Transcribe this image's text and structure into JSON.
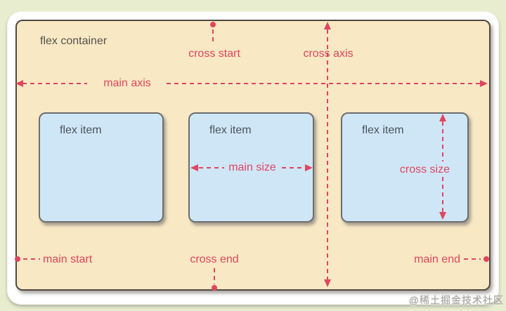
{
  "diagram": {
    "container_label": "flex container",
    "items": [
      {
        "label": "flex item"
      },
      {
        "label": "flex item"
      },
      {
        "label": "flex item"
      }
    ],
    "annotations": {
      "main_axis": "main axis",
      "cross_axis": "cross axis",
      "cross_start": "cross start",
      "cross_end": "cross end",
      "main_start": "main start",
      "main_end": "main end",
      "main_size": "main size",
      "cross_size": "cross size"
    },
    "colors": {
      "annotation_red": "#df4660",
      "container_fill": "#f8e8c3",
      "item_fill": "#cfe6f7",
      "page_background": "#e9edcf",
      "label_text": "#54524f"
    }
  },
  "watermark": {
    "text": "@稀土掘金技术社区"
  }
}
